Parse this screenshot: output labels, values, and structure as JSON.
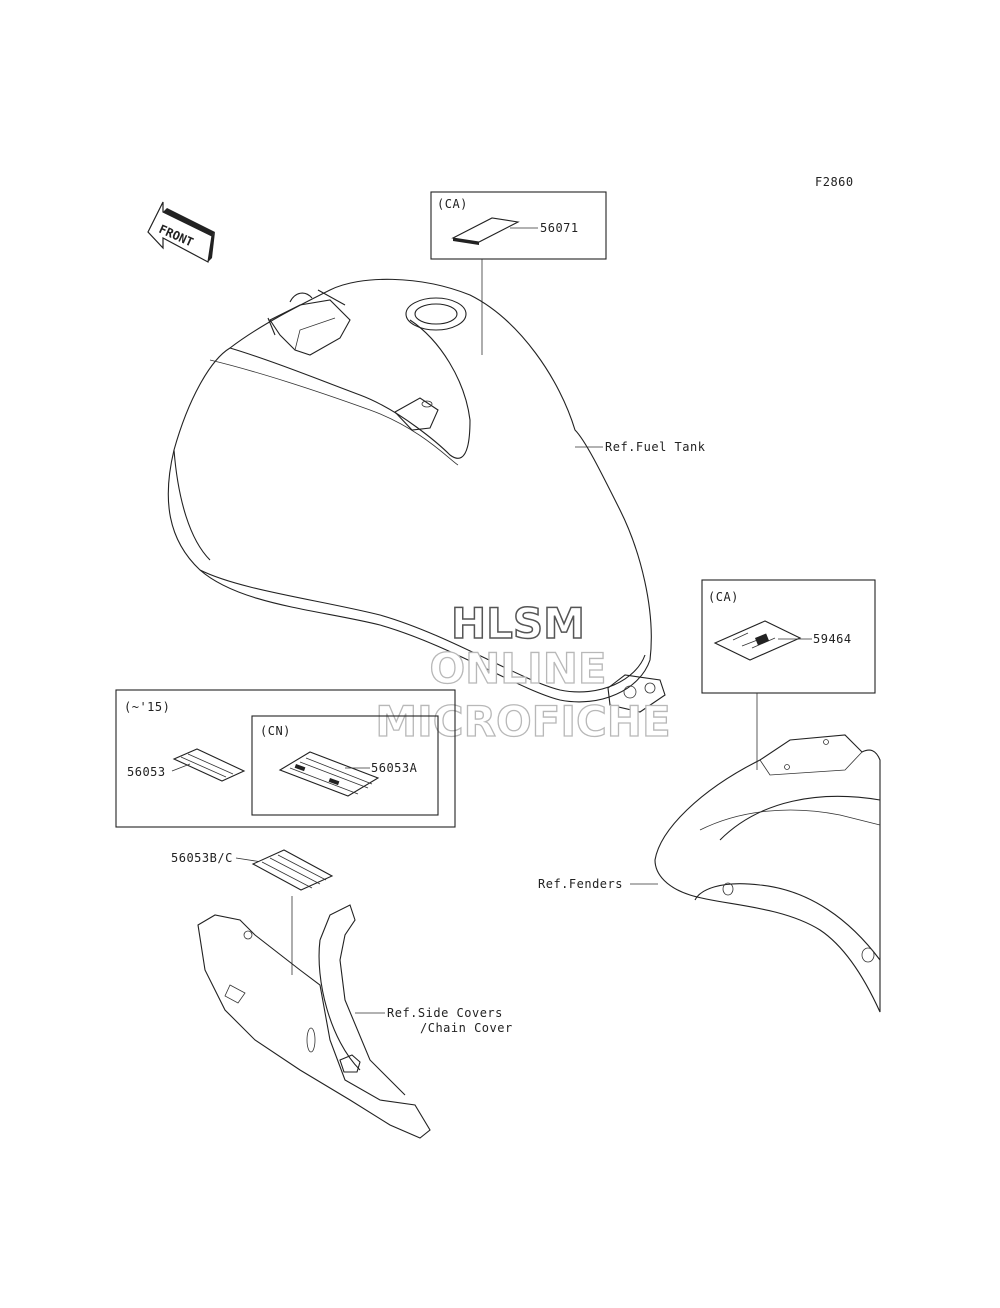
{
  "figure_code": "F2860",
  "front_arrow": "FRONT",
  "watermark": {
    "line1": "HLSM",
    "line2": "ONLINE",
    "line3": "MICROFICHE"
  },
  "boxes": {
    "ca_top": {
      "tag": "(CA)",
      "part": "56071"
    },
    "ca_right": {
      "tag": "(CA)",
      "part": "59464"
    },
    "year_box": {
      "tag": "(~'15)",
      "part": "56053"
    },
    "cn_box": {
      "tag": "(CN)",
      "part": "56053A"
    }
  },
  "parts": {
    "side_label": "56053B/C"
  },
  "refs": {
    "fuel_tank": "Ref.Fuel Tank",
    "fenders": "Ref.Fenders",
    "side_covers_line1": "Ref.Side Covers",
    "side_covers_line2": "/Chain Cover"
  }
}
